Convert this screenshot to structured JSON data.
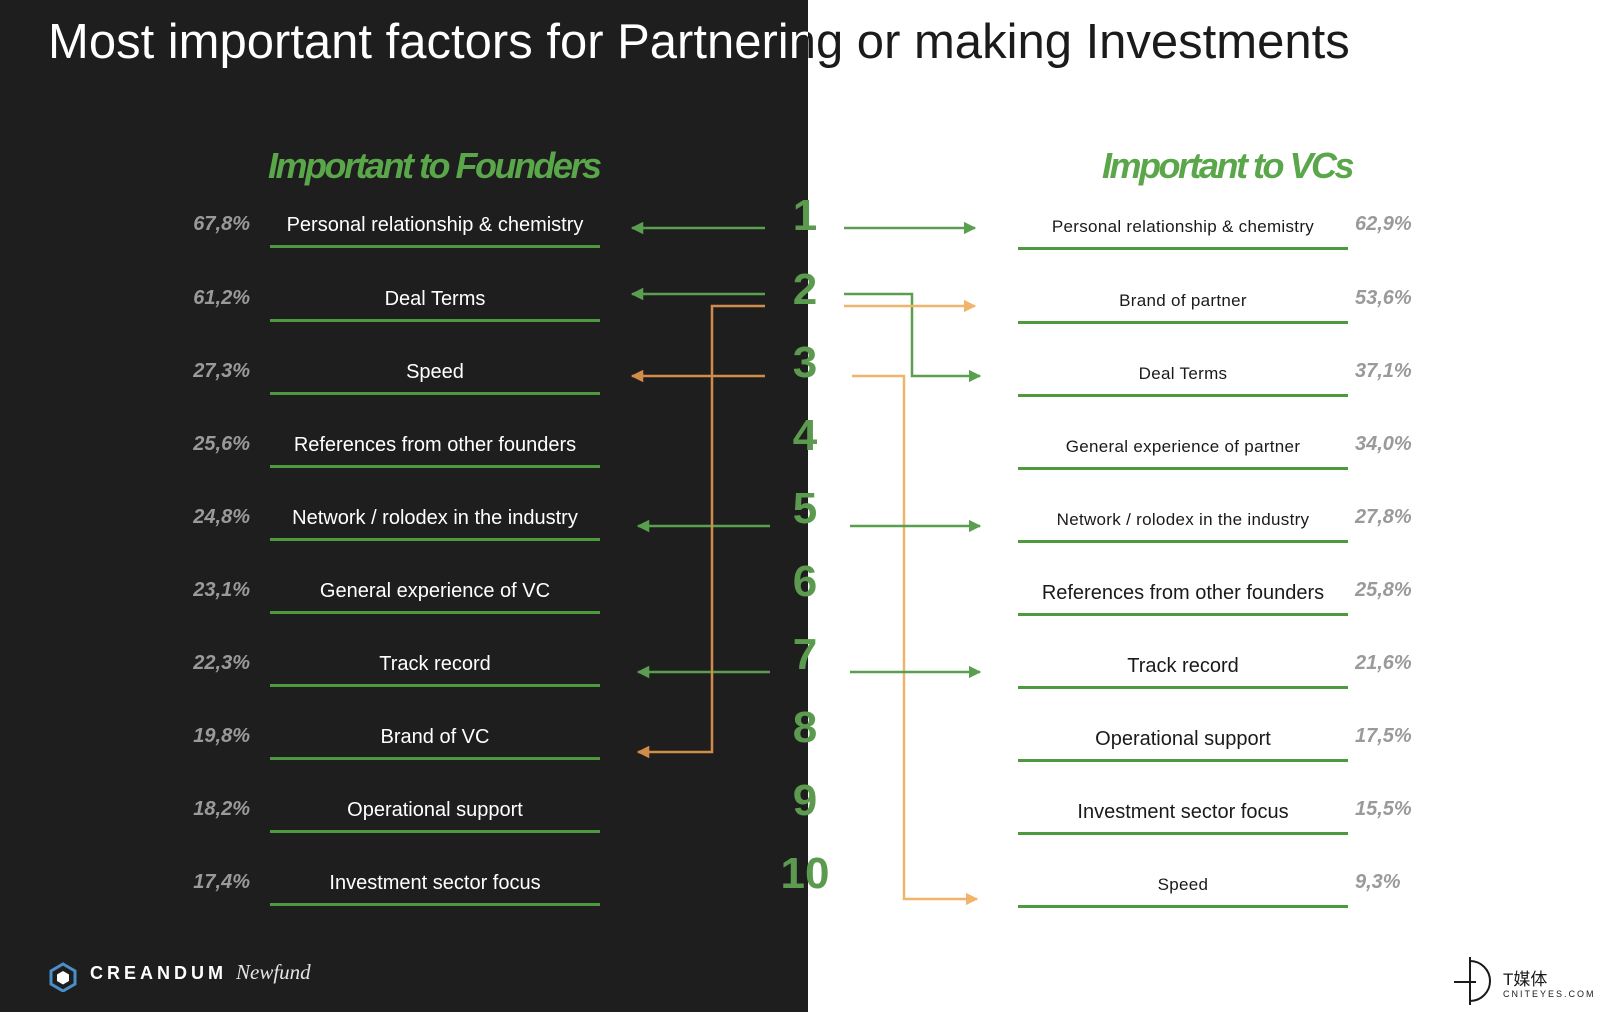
{
  "title": "Most important factors for Partnering or making Investments",
  "founders_heading": "Important to Founders",
  "vcs_heading": "Important to VCs",
  "colors": {
    "accent_green": "#5aa64a",
    "arrow_green": "#5a9f4f",
    "arrow_orange": "#d28c4a",
    "arrow_light_orange": "#f0b46a",
    "dark_background": "#1e1e1e"
  },
  "founders": [
    {
      "rank": "1",
      "label": "Personal relationship & chemistry",
      "pct": "67,8%"
    },
    {
      "rank": "2",
      "label": "Deal Terms",
      "pct": "61,2%"
    },
    {
      "rank": "3",
      "label": "Speed",
      "pct": "27,3%"
    },
    {
      "rank": "4",
      "label": "References from other founders",
      "pct": "25,6%"
    },
    {
      "rank": "5",
      "label": "Network / rolodex in the industry",
      "pct": "24,8%"
    },
    {
      "rank": "6",
      "label": "General experience of VC",
      "pct": "23,1%"
    },
    {
      "rank": "7",
      "label": "Track record",
      "pct": "22,3%"
    },
    {
      "rank": "8",
      "label": "Brand of VC",
      "pct": "19,8%"
    },
    {
      "rank": "9",
      "label": "Operational support",
      "pct": "18,2%"
    },
    {
      "rank": "10",
      "label": "Investment sector focus",
      "pct": "17,4%"
    }
  ],
  "vcs": [
    {
      "label": "Personal relationship  & chemistry",
      "pct": "62,9%"
    },
    {
      "label": "Brand of partner",
      "pct": "53,6%"
    },
    {
      "label": "Deal Terms",
      "pct": "37,1%"
    },
    {
      "label": "General experience  of partner",
      "pct": "34,0%"
    },
    {
      "label": "Network / rolodex in the industry",
      "pct": "27,8%"
    },
    {
      "label": "References from other founders",
      "pct": "25,8%"
    },
    {
      "label": "Track record",
      "pct": "21,6%"
    },
    {
      "label": "Operational support",
      "pct": "17,5%"
    },
    {
      "label": "Investment sector focus",
      "pct": "15,5%"
    },
    {
      "label": "Speed",
      "pct": "9,3%"
    }
  ],
  "footer": {
    "creandum": "CREANDUM",
    "newfund": "Newfund",
    "tmt_cn": "T媒体",
    "tmt_en": "CNITEYES.COM"
  },
  "icons": {
    "creandum_logo": "hexagon-cube-icon",
    "tmt_logo": "t-circle-icon"
  }
}
